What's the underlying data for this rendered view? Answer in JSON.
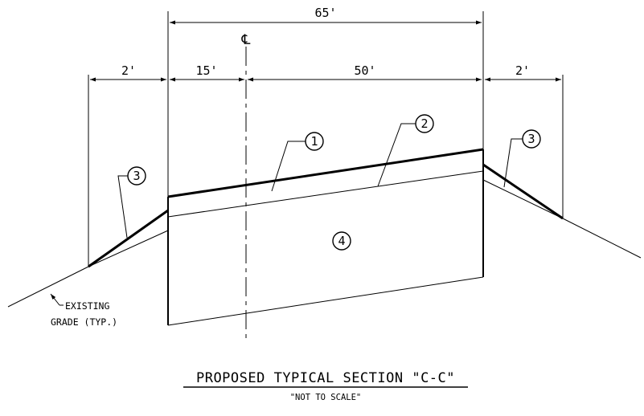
{
  "dimensions": {
    "overall": "65'",
    "left_shoulder": "2'",
    "left_segment": "15'",
    "right_segment": "50'",
    "right_shoulder": "2'"
  },
  "centerline_symbol": "℄",
  "callouts": {
    "item_1": "1",
    "item_2": "2",
    "item_3_left": "3",
    "item_3_right": "3",
    "item_4": "4"
  },
  "notes": {
    "existing_line1": "EXISTING",
    "existing_line2": "GRADE (TYP.)"
  },
  "title": {
    "main": "PROPOSED TYPICAL SECTION \"C-C\"",
    "sub": "\"NOT TO SCALE\""
  }
}
